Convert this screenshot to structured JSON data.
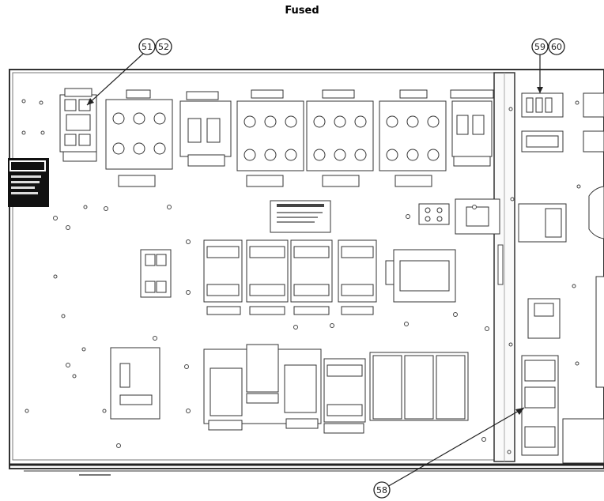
{
  "title": "Fused",
  "callouts": {
    "c51": "51",
    "c52": "52",
    "c59": "59",
    "c60": "60",
    "c58": "58"
  }
}
